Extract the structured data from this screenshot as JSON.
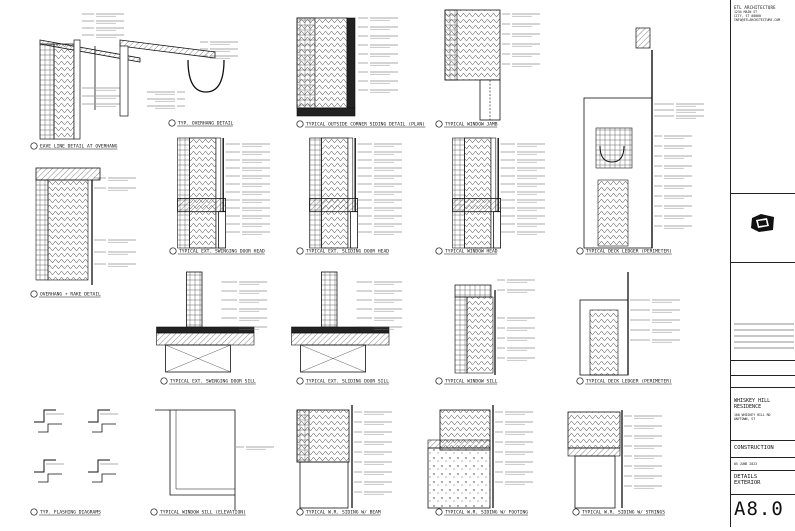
{
  "firm": {
    "name": "ETL ARCHITECTURE",
    "addr1": "1234 MAIN ST",
    "addr2": "CITY, ST 00000",
    "addr3": "INFO@ETLARCHITECTURE.COM"
  },
  "project": {
    "name_line1": "WHISKEY HILL",
    "name_line2": "RESIDENCE",
    "sub1": "100 WHISKEY HILL RD",
    "sub2": "ANYTOWN, ST"
  },
  "status": "CONSTRUCTION",
  "date": "05 JUNE 2023",
  "sheet_title_line1": "DETAILS",
  "sheet_title_line2": "EXTERIOR",
  "sheet_number": "A8.0",
  "details": [
    {
      "label": "EAVE LINE DETAIL AT OVERHANG"
    },
    {
      "label": "TYP. OVERHANG DETAIL"
    },
    {
      "label": "TYPICAL OUTSIDE CORNER SIDING DETAIL (PLAN)"
    },
    {
      "label": "TYPICAL WINDOW JAMB"
    },
    {
      "label": "TYPICAL DECK LEDGER (PERIMETER)"
    },
    {
      "label": "OVERHANG + RAKE DETAIL"
    },
    {
      "label": "TYPICAL EXT. SWINGING DOOR HEAD"
    },
    {
      "label": "TYPICAL EXT. SLIDING DOOR HEAD"
    },
    {
      "label": "TYPICAL WINDOW HEAD"
    },
    {
      "label": "TYPICAL EXT. SWINGING DOOR SILL"
    },
    {
      "label": "TYPICAL EXT. SLIDING DOOR SILL"
    },
    {
      "label": "TYPICAL WINDOW SILL"
    },
    {
      "label": "TYPICAL DECK LEDGER (PERIMETER)"
    },
    {
      "label": "TYP. FLASHING DIAGRAMS"
    },
    {
      "label": "TYPICAL WINDOW SILL (ELEVATION)"
    },
    {
      "label": "TYPICAL W.R. SIDING W/ BEAM"
    },
    {
      "label": "TYPICAL W.R. SIDING W/ FOOTING"
    },
    {
      "label": "TYPICAL W.R. SIDING W/ STRINGS"
    }
  ]
}
